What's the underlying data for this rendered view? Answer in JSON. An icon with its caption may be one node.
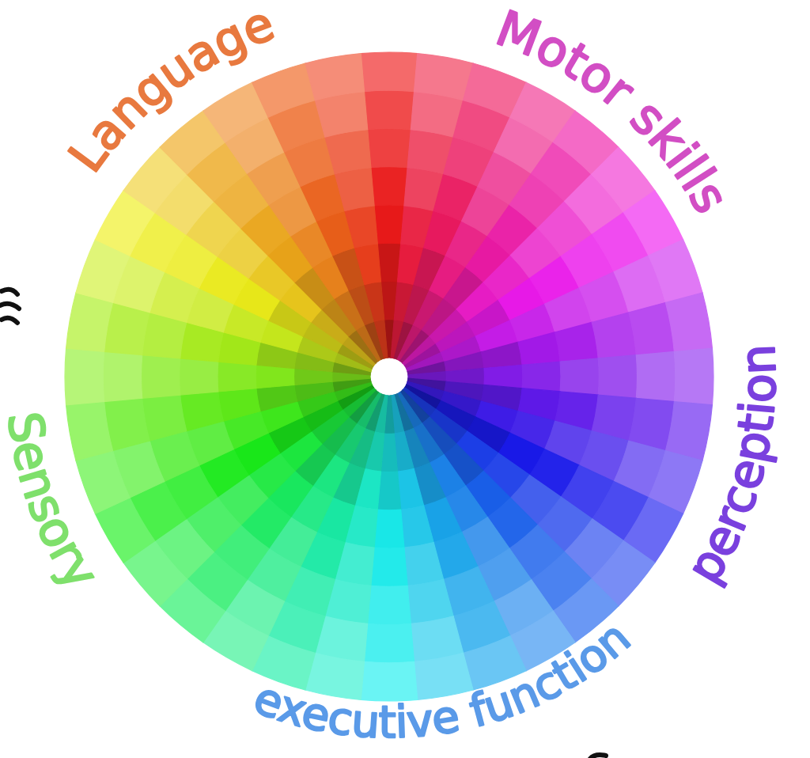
{
  "diagram": {
    "labels": [
      "Language",
      "Motor skills",
      "perception",
      "Sensory",
      "executive function"
    ]
  }
}
